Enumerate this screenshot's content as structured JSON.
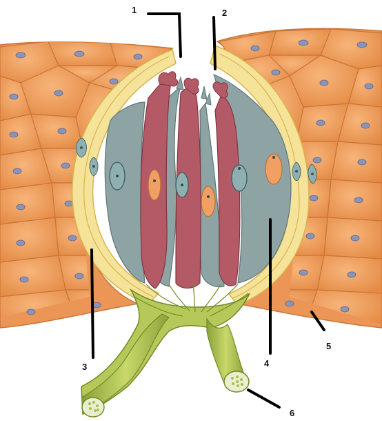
{
  "labels": {
    "l1": "1",
    "l2": "2",
    "l3": "3",
    "l4": "4",
    "l5": "5",
    "l6": "6"
  },
  "colors": {
    "tissue": "#f2a363",
    "tissue_edge": "#c97538",
    "capsule": "#f6e39a",
    "capsule_edge": "#d9b24a",
    "receptor_cell": "#b35a66",
    "support_cell": "#8ea3a3",
    "nucleus_gray": "#8fb0b0",
    "nucleus_orange": "#f0a062",
    "nerve": "#a9bf4a",
    "nerve_dark": "#6f8a22",
    "background": "#ffffff"
  }
}
